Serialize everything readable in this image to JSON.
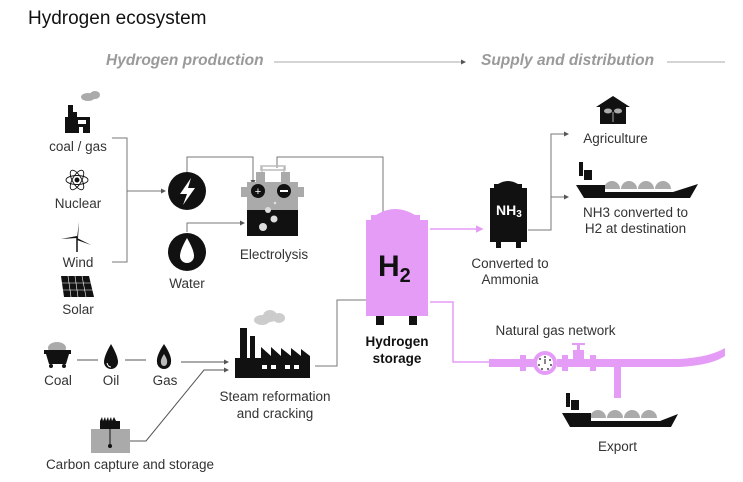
{
  "title": "Hydrogen ecosystem",
  "colors": {
    "hydrogen_pink": "#e59cf7",
    "line_gray": "#777777",
    "icon_black": "#111111",
    "icon_gray": "#aaaaaa",
    "section_gray": "#9a9a9a"
  },
  "sections": {
    "production": "Hydrogen production",
    "distribution": "Supply and distribution"
  },
  "energy_sources": [
    {
      "icon": "factory-icon",
      "label": "coal / gas"
    },
    {
      "icon": "atom-icon",
      "label": "Nuclear"
    },
    {
      "icon": "wind-turbine-icon",
      "label": "Wind"
    },
    {
      "icon": "solar-panel-icon",
      "label": "Solar"
    }
  ],
  "inputs": {
    "power": {
      "icon": "lightning-icon"
    },
    "water": {
      "icon": "water-drop-icon",
      "label": "Water"
    }
  },
  "electrolysis": {
    "icon": "electrolysis-cell-icon",
    "label": "Electrolysis"
  },
  "fossil_sources": [
    {
      "icon": "coal-cart-icon",
      "label": "Coal"
    },
    {
      "icon": "oil-drop-icon",
      "label": "Oil"
    },
    {
      "icon": "gas-flame-icon",
      "label": "Gas"
    }
  ],
  "carbon_capture": {
    "icon": "carbon-capture-icon",
    "label": "Carbon capture and storage"
  },
  "steam_reformation": {
    "icon": "factory-icon",
    "label_line1": "Steam reformation",
    "label_line2": "and cracking"
  },
  "storage": {
    "symbol": "H",
    "subscript": "2",
    "label_line1": "Hydrogen",
    "label_line2": "storage"
  },
  "ammonia": {
    "symbol": "NH",
    "subscript": "3",
    "label_line1": "Converted to",
    "label_line2": "Ammonia"
  },
  "agriculture": {
    "icon": "greenhouse-icon",
    "label": "Agriculture"
  },
  "ammonia_ship": {
    "icon": "tanker-ship-icon",
    "label_line1": "NH3 converted to",
    "label_line2": "H2 at destination"
  },
  "gas_network": {
    "icon": "pipeline-icon",
    "label": "Natural gas network"
  },
  "export": {
    "icon": "tanker-ship-icon",
    "label": "Export"
  }
}
